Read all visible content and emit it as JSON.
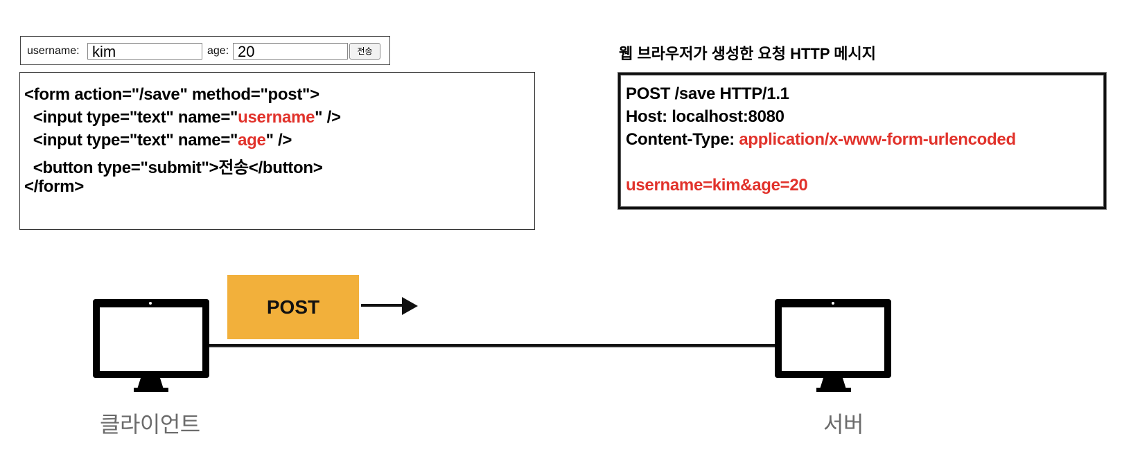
{
  "form_preview": {
    "username_label": "username:",
    "username_value": "kim",
    "age_label": "age:",
    "age_value": "20",
    "submit_label": "전송"
  },
  "html_code": {
    "l1_a": "<form action=\"/save\" method=\"",
    "l1_b": "post",
    "l1_c": "\">",
    "l2_a": "  <input type=\"text\" name=\"",
    "l2_b": "username",
    "l2_c": "\" />",
    "l3_a": "  <input type=\"text\" name=\"",
    "l3_b": "age",
    "l3_c": "\" />",
    "l4": "  <button type=\"submit\">전송</button>",
    "l5": "</form>"
  },
  "http_message": {
    "title": "웹 브라우저가 생성한 요청 HTTP 메시지",
    "request_line": "POST /save HTTP/1.1",
    "host": "Host: localhost:8080",
    "content_type_label": "Content-Type: ",
    "content_type_value": "application/x-www-form-urlencoded",
    "body": "username=kim&age=20"
  },
  "diagram": {
    "method_label": "POST",
    "client_label": "클라이언트",
    "server_label": "서버"
  },
  "colors": {
    "highlight_red": "#e1322b",
    "post_box": "#f2b03b",
    "label_gray": "#6b6b6b"
  }
}
